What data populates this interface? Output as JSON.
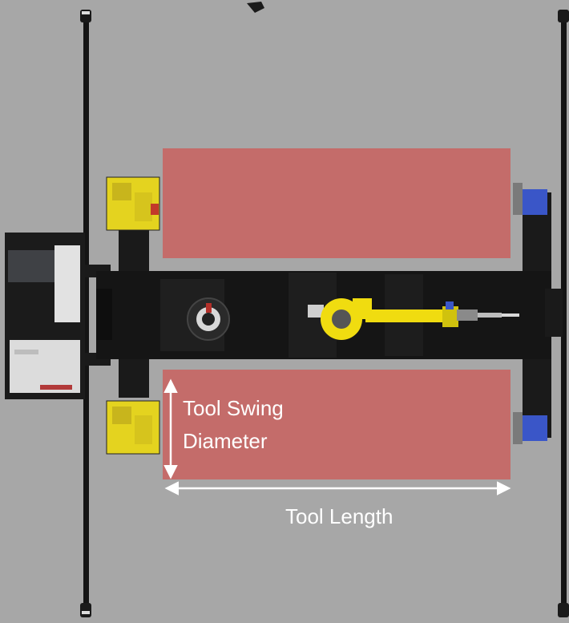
{
  "diagram": {
    "labels": {
      "swing_line1": "Tool Swing",
      "swing_line2": "Diameter",
      "length": "Tool Length"
    },
    "colors": {
      "floor": "#a7a7a7",
      "zone": "#c46c6a",
      "frame": "#111111",
      "bed": "#151515",
      "headstock": "#e4d31f",
      "robot": "#f0dc10",
      "tailstock_accent": "#3a56c8",
      "cabinet": "#d9d9d9",
      "annotation": "#ffffff"
    },
    "icons": [
      "welding-robot-icon",
      "tool-chuck-icon",
      "headstock-icon",
      "tailstock-icon",
      "control-cabinet-icon"
    ]
  }
}
